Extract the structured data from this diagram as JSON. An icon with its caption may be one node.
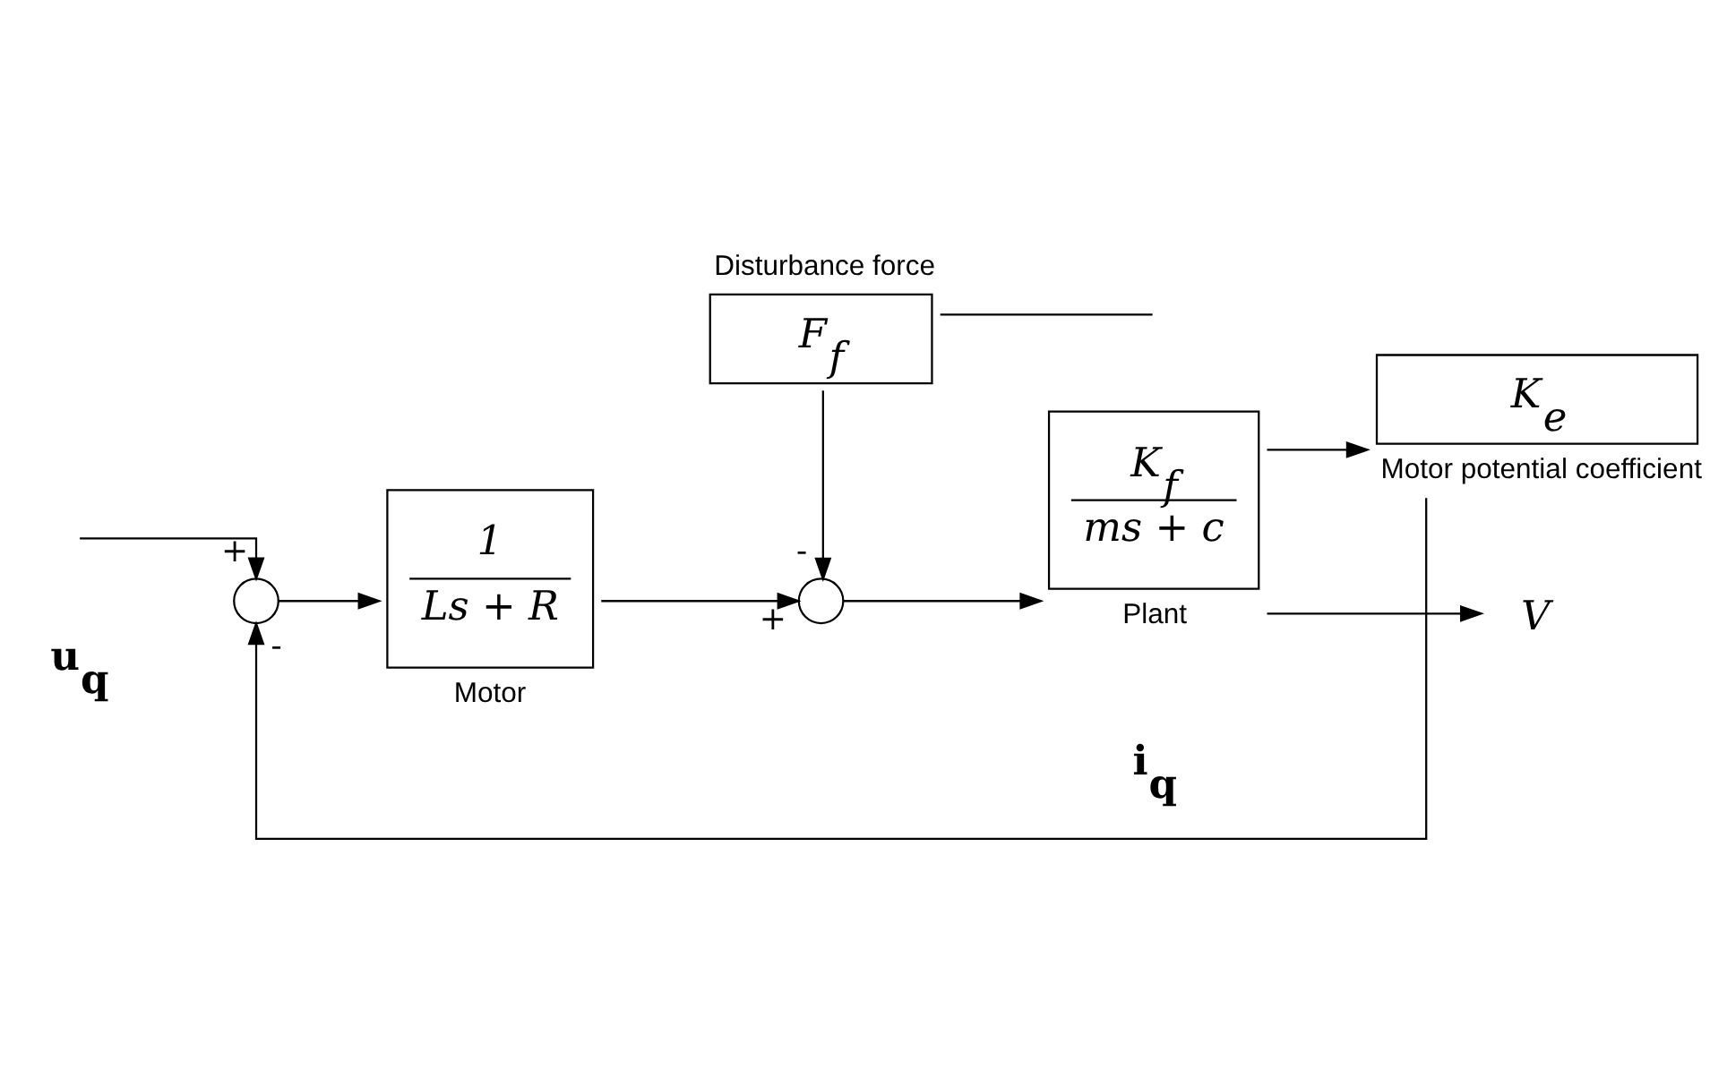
{
  "diagram": {
    "nodes": [
      {
        "text": [],
        "shape": "circle"
      },
      {
        "text": [
          "1",
          "Ls + R"
        ],
        "beside": [
          "Motor"
        ]
      },
      {
        "text": [],
        "shape": "circle"
      },
      {
        "text": [
          "K$_{f}$",
          "ms + c"
        ],
        "beside": [
          "Plant"
        ]
      },
      {
        "text": [
          "F$_{f}$"
        ],
        "beside": [
          "Disturbance force"
        ]
      },
      {
        "text": [
          "K$_{e}$"
        ],
        "beside": [
          "Motor potential coefficient"
        ]
      },
      {
        "text": [
          "V"
        ]
      }
    ],
    "edges": [
      {
        "from": null,
        "to": 0,
        "arrow": "to",
        "label": "+"
      },
      {
        "from": 0,
        "to": 1,
        "arrow": "to"
      },
      {
        "from": 1,
        "to": 2,
        "arrow": "to",
        "label": "+"
      },
      {
        "from": 2,
        "to": 3,
        "arrow": "to"
      },
      {
        "from": 3,
        "to": 6,
        "arrow": "to"
      },
      {
        "from": 3,
        "to": 5,
        "arrow": "to"
      },
      {
        "from": 5,
        "to": 0,
        "arrow": "to",
        "label": "-"
      },
      {
        "from": 4,
        "to": 2,
        "arrow": "to",
        "label": "-"
      },
      {
        "from": 4,
        "to": null,
        "arrow": "none"
      }
    ],
    "labels": [
      "u$_{q}$",
      "i$_{q}$"
    ]
  }
}
